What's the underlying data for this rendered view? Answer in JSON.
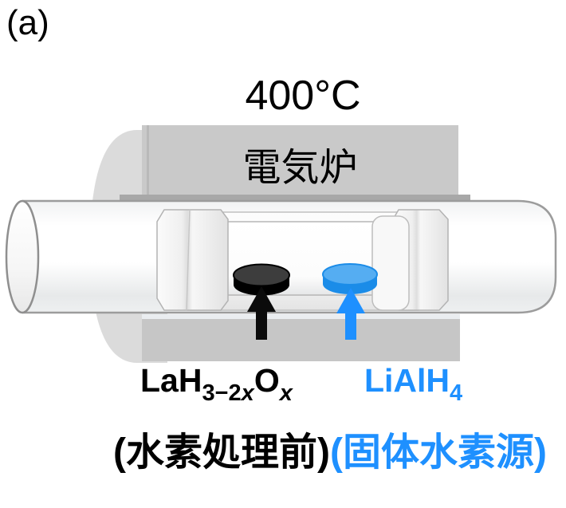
{
  "colors": {
    "accent_blue": "#1e90ff",
    "disc_blue_side": "#1b8ce8",
    "disc_blue_top": "#55adf2",
    "disc_black_top": "#3d3d3d",
    "sample_black": "#000000",
    "furnace_gray": "#c9c9c9",
    "furnace_side_gray": "#dbdbdb"
  },
  "labels": {
    "panel": "(a)",
    "temperature": "400°C",
    "furnace": "電気炉",
    "left_sample": {
      "formula_base1": "LaH",
      "formula_sub1": "3−2",
      "formula_sub1_var": "x",
      "formula_base2": "O",
      "formula_sub2_var": "x",
      "caption": "(水素処理前)"
    },
    "right_sample": {
      "formula_base": "LiAlH",
      "formula_sub": "4",
      "caption": "(固体水素源)"
    }
  }
}
